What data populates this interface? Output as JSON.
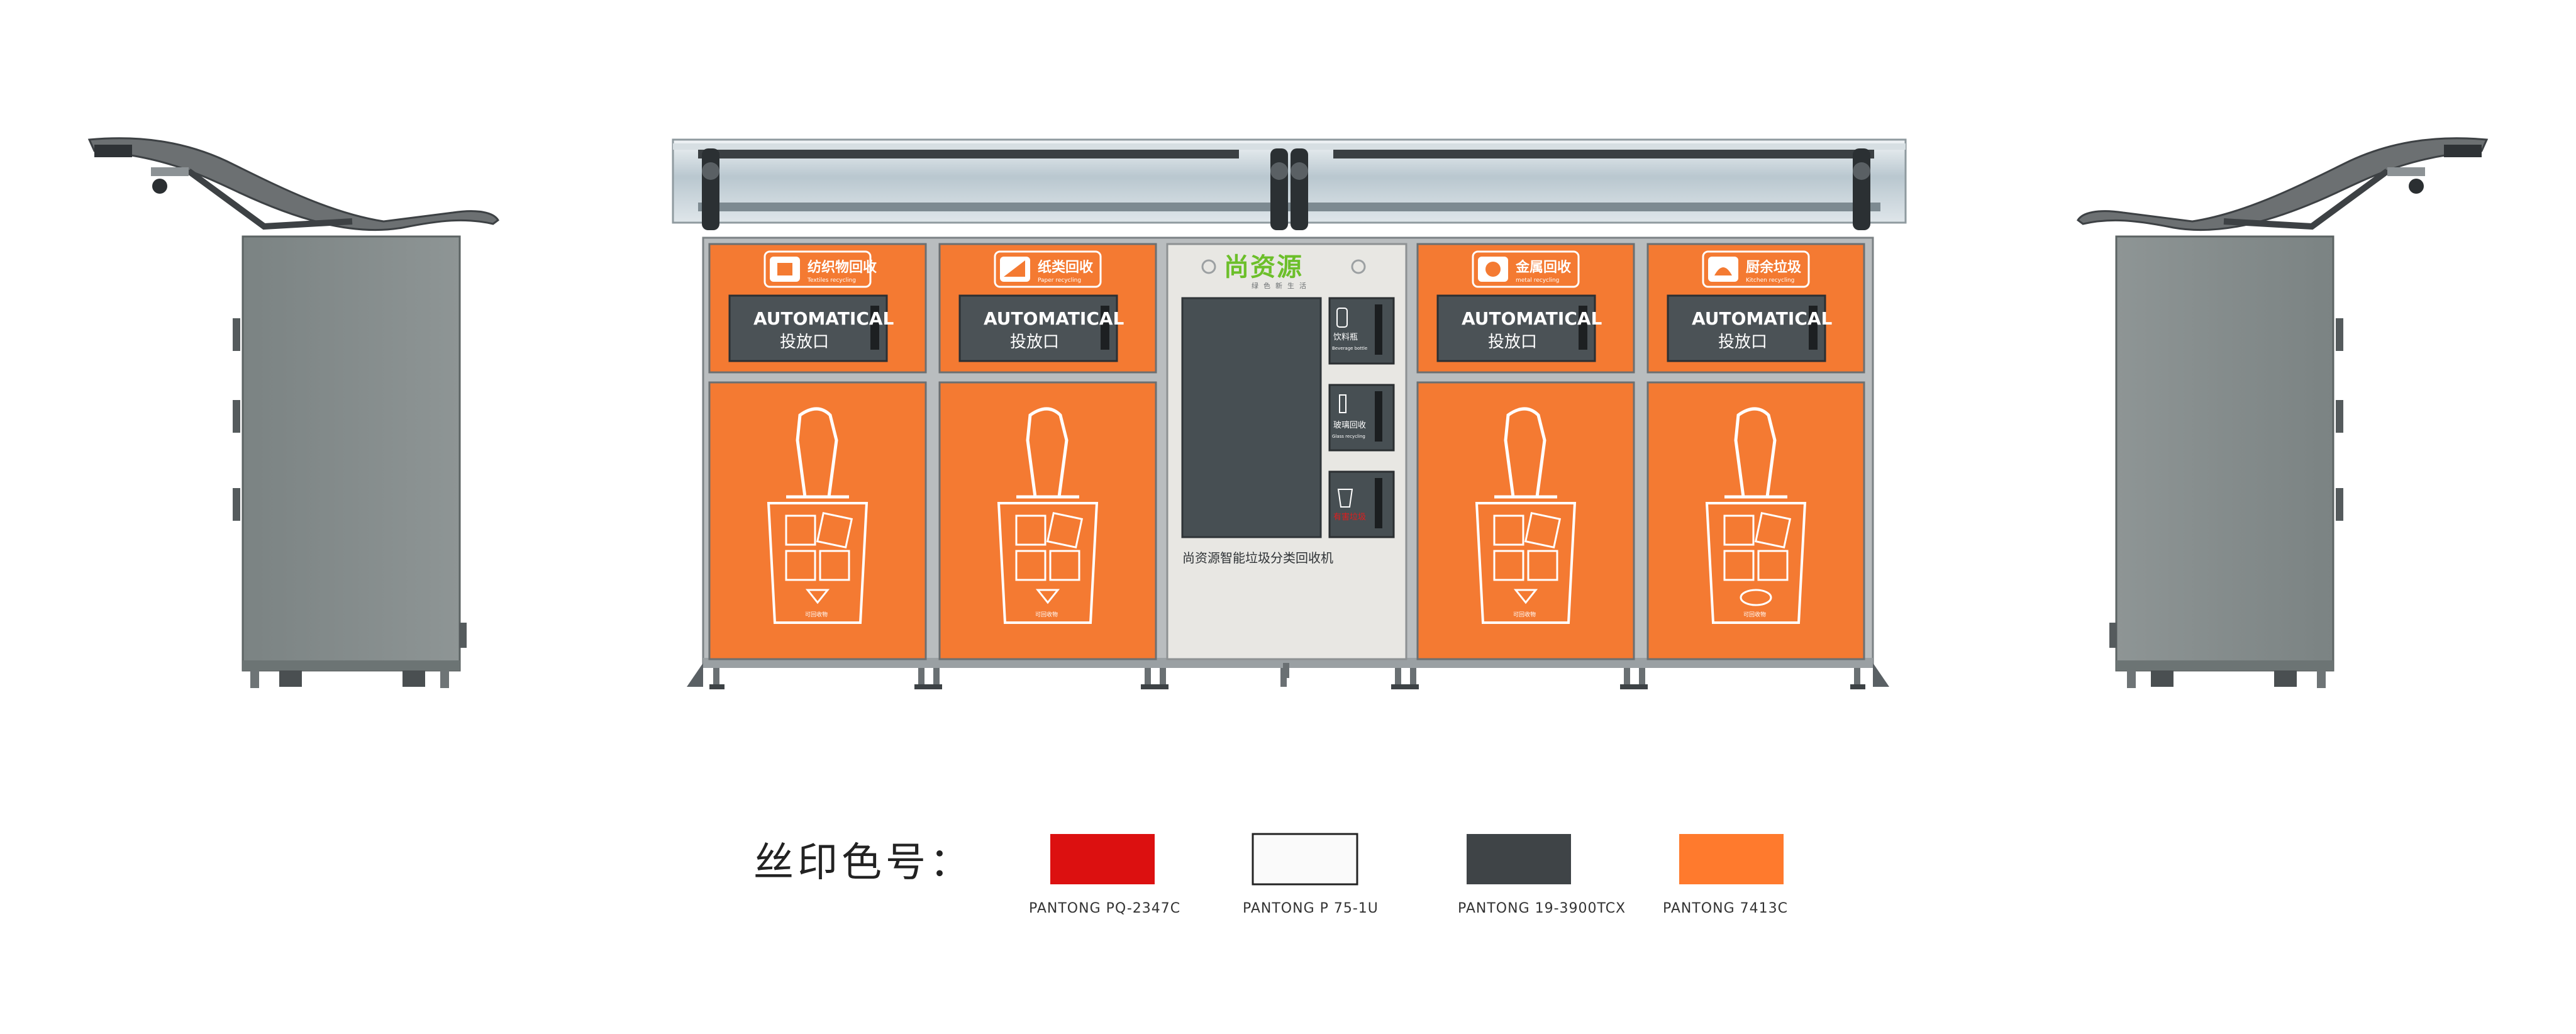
{
  "machine": {
    "bins": [
      {
        "tag_cn": "纺织物回收",
        "tag_en": "Textiles recycling",
        "slot_en": "AUTOMATICAL",
        "slot_cn": "投放口"
      },
      {
        "tag_cn": "纸类回收",
        "tag_en": "Paper recycling",
        "slot_en": "AUTOMATICAL",
        "slot_cn": "投放口"
      },
      {
        "tag_cn": "金属回收",
        "tag_en": "metal recycling",
        "slot_en": "AUTOMATICAL",
        "slot_cn": "投放口"
      },
      {
        "tag_cn": "厨余垃圾",
        "tag_en": "Kitchen recycling",
        "slot_en": "AUTOMATICAL",
        "slot_cn": "投放口"
      }
    ],
    "center": {
      "brand": "尚资源",
      "brand_sub": "绿色新生活",
      "caption": "尚资源智能垃圾分类回收机",
      "slots": [
        {
          "label_cn": "饮料瓶",
          "label_en": "Beverage bottle"
        },
        {
          "label_cn": "玻璃回收",
          "label_en": "Glass recycling"
        },
        {
          "label_cn": "有害垃圾",
          "label_en": ""
        }
      ]
    },
    "bin_footer": "可回收物"
  },
  "legend": {
    "title": "丝印色号：",
    "swatches": [
      {
        "label": "PANTONG   PQ-2347C",
        "color": "#dc1010"
      },
      {
        "label": "PANTONG   P 75-1U",
        "color": "#fafafa"
      },
      {
        "label": "PANTONG   19-3900TCX",
        "color": "#3f4447"
      },
      {
        "label": "PANTONG  7413C",
        "color": "#ff7a2d"
      }
    ]
  },
  "colors": {
    "orange": "#f47a32",
    "frame": "#9aa0a3",
    "side_panel": "#858c8c",
    "screen": "#474f53",
    "center_panel": "#e8e7e3",
    "green_brand": "#6cbf2a"
  }
}
